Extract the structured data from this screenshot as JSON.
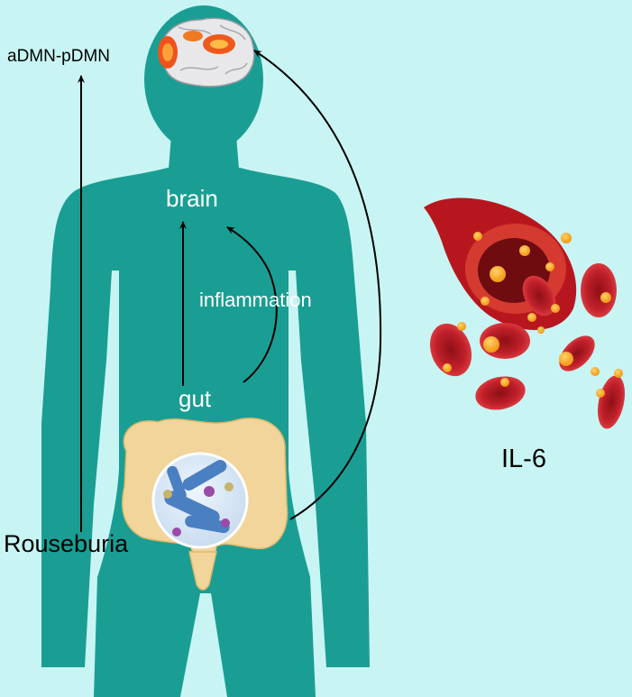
{
  "labels": {
    "brain_network": "aDMN-pDMN",
    "brain": "brain",
    "inflammation": "inflammation",
    "gut": "gut",
    "bacterium": "Rouseburia",
    "cytokine": "IL-6"
  },
  "colors": {
    "background": "#c8f5f3",
    "body": "#1a9e94",
    "colon": "#f1d59a",
    "blood_cell": "#c0202a",
    "cytokine_particle": "#f5a623",
    "arrow": "#000000"
  },
  "icons": [
    "brain-icon",
    "colon-icon",
    "microbiome-icon",
    "blood-vessel-icon"
  ]
}
